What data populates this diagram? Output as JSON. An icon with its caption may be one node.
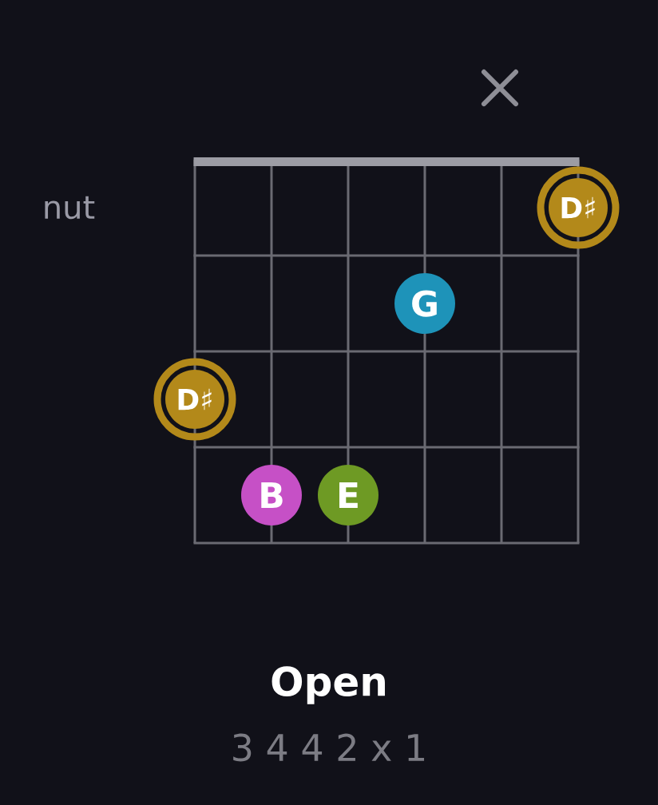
{
  "diagram": {
    "title": "Open",
    "nodes": [
      {
        "text": [
          "D♯"
        ]
      },
      {
        "text": [
          "G"
        ]
      },
      {
        "text": [
          "D♯"
        ]
      },
      {
        "text": [
          "B"
        ]
      },
      {
        "text": [
          "E"
        ]
      }
    ],
    "labels": [
      "nut",
      "3 4 4 2 x 1"
    ]
  }
}
